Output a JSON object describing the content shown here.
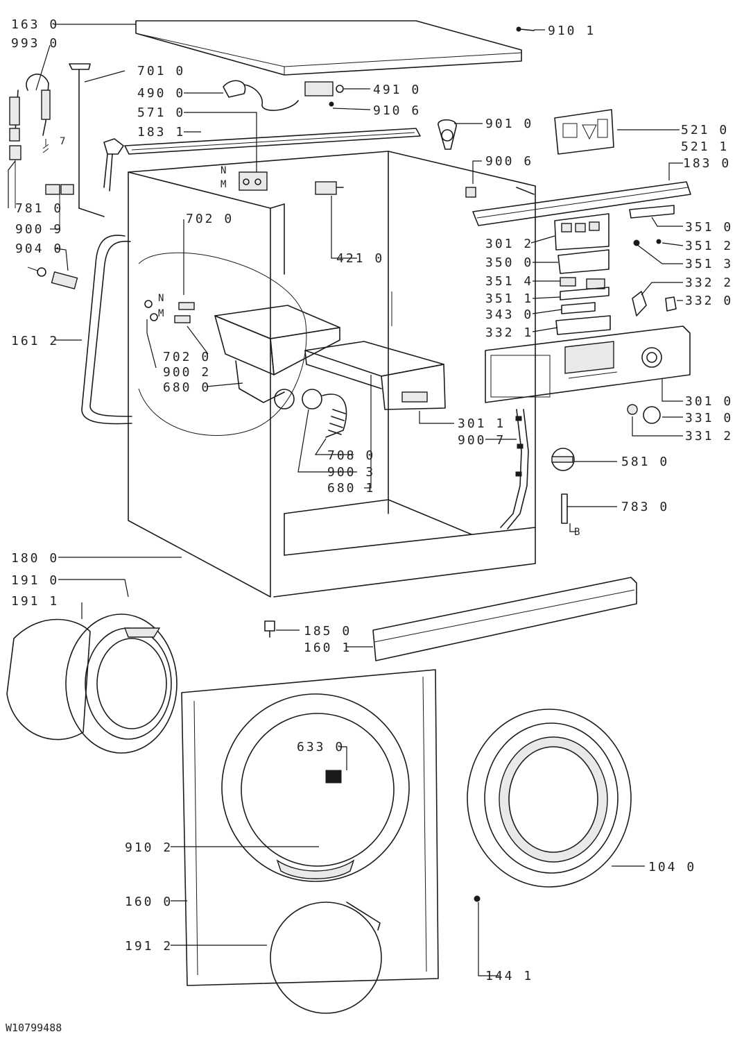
{
  "document_id": "W10799488",
  "letters": {
    "n1": "N",
    "m1": "M",
    "n2": "N",
    "m2": "M",
    "seven": "7",
    "b": "B"
  },
  "labels": {
    "p163_0": "163 0",
    "p993_0": "993 0",
    "p701_0": "701 0",
    "p490_0": "490 0",
    "p571_0": "571 0",
    "p183_1": "183 1",
    "p781_0": "781 0",
    "p900_9": "900 9",
    "p904_0": "904 0",
    "p702_0a": "702 0",
    "p161_2": "161 2",
    "p702_0b": "702 0",
    "p900_2": "900 2",
    "p680_0": "680 0",
    "p180_0": "180 0",
    "p191_0": "191 0",
    "p191_1": "191 1",
    "p910_1": "910 1",
    "p491_0": "491 0",
    "p910_6": "910 6",
    "p901_0": "901 0",
    "p521_0": "521 0",
    "p521_1": "521 1",
    "p900_6": "900 6",
    "p183_0": "183 0",
    "p421_0": "421 0",
    "p351_0": "351 0",
    "p301_2": "301 2",
    "p351_2": "351 2",
    "p350_0": "350 0",
    "p351_3": "351 3",
    "p351_4": "351 4",
    "p332_2": "332 2",
    "p351_1": "351 1",
    "p332_0": "332 0",
    "p343_0": "343 0",
    "p332_1": "332 1",
    "p301_0": "301 0",
    "p331_0": "331 0",
    "p331_2": "331 2",
    "p301_1": "301 1",
    "p900_7": "900 7",
    "p708_0": "708 0",
    "p900_3": "900 3",
    "p680_1": "680 1",
    "p581_0": "581 0",
    "p783_0": "783 0",
    "p185_0": "185 0",
    "p160_1": "160 1",
    "p633_0": "633 0",
    "p910_2": "910 2",
    "p104_0": "104 0",
    "p160_0": "160 0",
    "p191_2": "191 2",
    "p144_1": "144 1"
  }
}
